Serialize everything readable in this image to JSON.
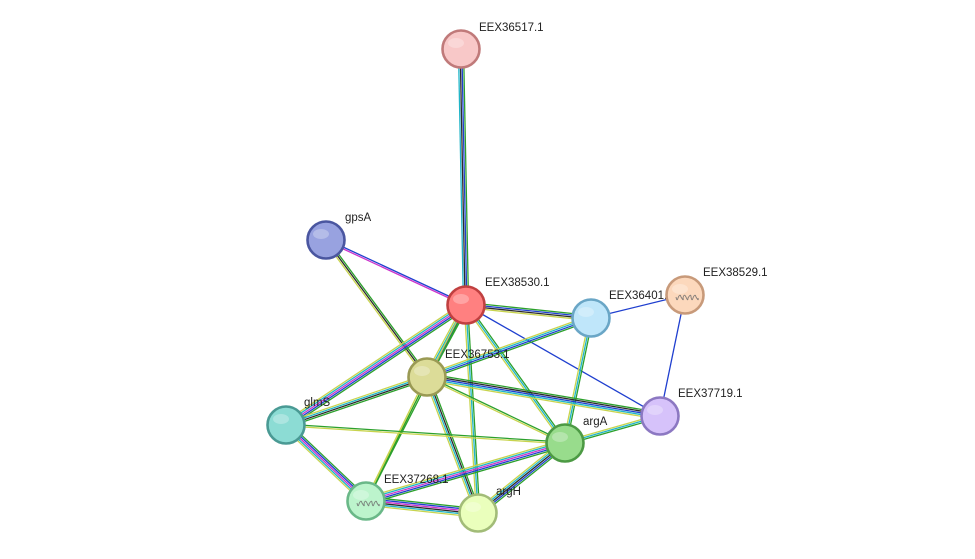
{
  "palette": {
    "neighborhood": "#2ca02c",
    "fusion": "#d62728",
    "cooccurrence": "#1f3fcf",
    "coexpression": "#2b2b2b",
    "experiments": "#cc33cc",
    "database": "#1fb5c8",
    "textmining": "#c8d44e",
    "homology": "#8b8bd8"
  },
  "nodes": [
    {
      "id": "EEX36517.1",
      "label": "EEX36517.1",
      "color": "#f8c8c8",
      "stroke": "#c07a7a",
      "icon": ""
    },
    {
      "id": "gpsA",
      "label": "gpsA",
      "color": "#98a2e0",
      "stroke": "#4a56a0",
      "icon": ""
    },
    {
      "id": "EEX38530.1",
      "label": "EEX38530.1",
      "color": "#ff8080",
      "stroke": "#c04040",
      "icon": ""
    },
    {
      "id": "EEX36401.1",
      "label": "EEX36401.1",
      "color": "#bfe6fa",
      "stroke": "#6aa6c6",
      "icon": ""
    },
    {
      "id": "EEX38529.1",
      "label": "EEX38529.1",
      "color": "#fcd8bc",
      "stroke": "#c89a7a",
      "icon": "protein-structure-icon"
    },
    {
      "id": "EEX36753.1",
      "label": "EEX36753.1",
      "color": "#dcdc98",
      "stroke": "#9a9a54",
      "icon": ""
    },
    {
      "id": "glmS",
      "label": "glmS",
      "color": "#8cdcd4",
      "stroke": "#4a9a94",
      "icon": ""
    },
    {
      "id": "EEX37719.1",
      "label": "EEX37719.1",
      "color": "#d6c2fa",
      "stroke": "#8c78c2",
      "icon": ""
    },
    {
      "id": "argA",
      "label": "argA",
      "color": "#98dc8c",
      "stroke": "#4c9a44",
      "icon": ""
    },
    {
      "id": "EEX37268.1",
      "label": "EEX37268.1",
      "color": "#bcf4cc",
      "stroke": "#6ab888",
      "icon": "protein-structure-icon"
    },
    {
      "id": "argH",
      "label": "argH",
      "color": "#eaffbc",
      "stroke": "#a2bc78",
      "icon": ""
    }
  ],
  "edges": [
    {
      "from": "EEX36517.1",
      "to": "EEX38530.1",
      "types": [
        "neighborhood",
        "cooccurrence",
        "coexpression",
        "database"
      ]
    },
    {
      "from": "gpsA",
      "to": "EEX38530.1",
      "types": [
        "cooccurrence",
        "experiments"
      ]
    },
    {
      "from": "gpsA",
      "to": "EEX36753.1",
      "types": [
        "neighborhood",
        "coexpression",
        "textmining"
      ]
    },
    {
      "from": "EEX38530.1",
      "to": "EEX36401.1",
      "types": [
        "neighborhood",
        "cooccurrence",
        "coexpression",
        "textmining"
      ]
    },
    {
      "from": "EEX38530.1",
      "to": "EEX36753.1",
      "types": [
        "neighborhood",
        "cooccurrence",
        "database",
        "textmining"
      ]
    },
    {
      "from": "EEX38530.1",
      "to": "glmS",
      "types": [
        "neighborhood",
        "cooccurrence",
        "experiments",
        "database",
        "textmining"
      ]
    },
    {
      "from": "EEX38530.1",
      "to": "EEX37719.1",
      "types": [
        "cooccurrence"
      ]
    },
    {
      "from": "EEX38530.1",
      "to": "argA",
      "types": [
        "neighborhood",
        "database",
        "textmining"
      ]
    },
    {
      "from": "EEX38530.1",
      "to": "EEX37268.1",
      "types": [
        "neighborhood",
        "textmining"
      ]
    },
    {
      "from": "EEX38530.1",
      "to": "argH",
      "types": [
        "neighborhood",
        "database",
        "textmining"
      ]
    },
    {
      "from": "EEX36401.1",
      "to": "EEX38529.1",
      "types": [
        "cooccurrence"
      ]
    },
    {
      "from": "EEX36401.1",
      "to": "EEX36753.1",
      "types": [
        "neighborhood",
        "cooccurrence",
        "database",
        "textmining"
      ]
    },
    {
      "from": "EEX36401.1",
      "to": "argA",
      "types": [
        "neighborhood",
        "database",
        "textmining"
      ]
    },
    {
      "from": "EEX38529.1",
      "to": "EEX37719.1",
      "types": [
        "cooccurrence"
      ]
    },
    {
      "from": "EEX36753.1",
      "to": "glmS",
      "types": [
        "neighborhood",
        "coexpression",
        "database",
        "textmining"
      ]
    },
    {
      "from": "EEX36753.1",
      "to": "EEX37719.1",
      "types": [
        "neighborhood",
        "coexpression",
        "cooccurrence",
        "database",
        "textmining"
      ]
    },
    {
      "from": "EEX36753.1",
      "to": "argA",
      "types": [
        "neighborhood",
        "textmining"
      ]
    },
    {
      "from": "EEX36753.1",
      "to": "EEX37268.1",
      "types": [
        "neighborhood",
        "textmining"
      ]
    },
    {
      "from": "EEX36753.1",
      "to": "argH",
      "types": [
        "neighborhood",
        "coexpression",
        "database",
        "textmining"
      ]
    },
    {
      "from": "glmS",
      "to": "EEX37268.1",
      "types": [
        "neighborhood",
        "cooccurrence",
        "experiments",
        "database",
        "textmining"
      ]
    },
    {
      "from": "glmS",
      "to": "argA",
      "types": [
        "neighborhood",
        "textmining"
      ]
    },
    {
      "from": "EEX37719.1",
      "to": "argA",
      "types": [
        "neighborhood",
        "database",
        "textmining"
      ]
    },
    {
      "from": "argA",
      "to": "EEX37268.1",
      "types": [
        "neighborhood",
        "cooccurrence",
        "experiments",
        "database",
        "textmining"
      ]
    },
    {
      "from": "argA",
      "to": "argH",
      "types": [
        "neighborhood",
        "cooccurrence",
        "coexpression",
        "database",
        "textmining"
      ]
    },
    {
      "from": "EEX37268.1",
      "to": "argH",
      "types": [
        "neighborhood",
        "cooccurrence",
        "experiments",
        "coexpression",
        "database",
        "textmining"
      ]
    }
  ]
}
